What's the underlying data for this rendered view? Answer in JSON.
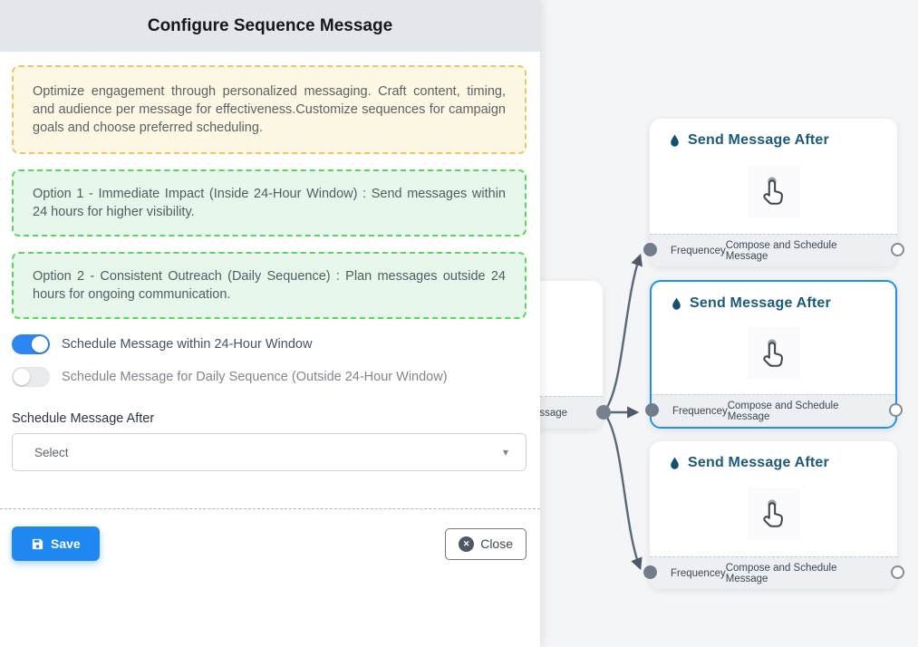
{
  "panel": {
    "title": "Configure Sequence Message",
    "info_text": "Optimize engagement through personalized messaging. Craft content, timing, and audience per message for effectiveness.Customize sequences for campaign goals and choose preferred scheduling.",
    "options": [
      "Option 1 - Immediate Impact (Inside 24-Hour Window) : Send messages within 24 hours for higher visibility.",
      "Option 2 - Consistent Outreach (Daily Sequence) : Plan messages outside 24 hours for ongoing communication."
    ],
    "toggles": [
      {
        "label": "Schedule Message within 24-Hour Window",
        "state": "on"
      },
      {
        "label": "Schedule Message for Daily Sequence (Outside 24-Hour Window)",
        "state": "off"
      }
    ],
    "schedule_after_label": "Schedule Message After",
    "select_value": "Select",
    "select_caret": "▾",
    "save_label": "Save",
    "close_label": "Close",
    "close_glyph": "✕"
  },
  "canvas": {
    "partial_node_label": "ce Message",
    "nodes": [
      {
        "title": "Send Message After",
        "footer_left": "Frequencey",
        "footer_right": "Compose and Schedule Message",
        "selected": false
      },
      {
        "title": "Send Message After",
        "footer_left": "Frequencey",
        "footer_right": "Compose and Schedule Message",
        "selected": true
      },
      {
        "title": "Send Message After",
        "footer_left": "Frequencey",
        "footer_right": "Compose and Schedule Message",
        "selected": false
      }
    ]
  },
  "colors": {
    "primary_blue": "#1e87f0",
    "toggle_on": "#2e86f0",
    "selected_node_border": "#1e90f5",
    "node_title": "#1b5a7c",
    "edge": "#5b6878",
    "warning_border": "#f2c269",
    "warning_bg": "#fcf8e3",
    "success_border": "#5ad65a",
    "success_bg": "#e7f7ec",
    "panel_header_bg": "#e3e6ea",
    "canvas_bg": "#f4f5f7"
  }
}
